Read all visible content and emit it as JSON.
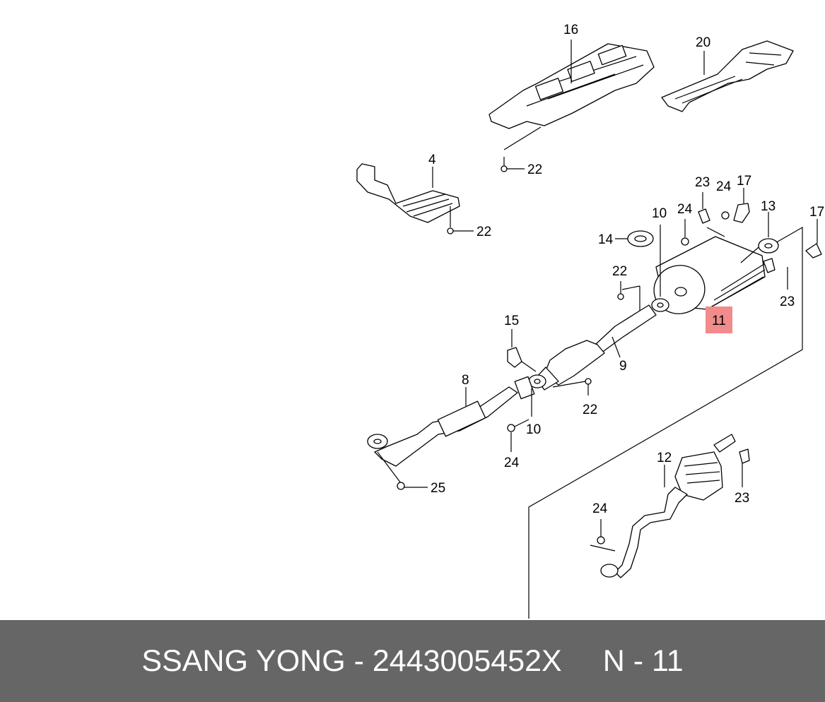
{
  "footer": {
    "brand_part": "SSANG YONG - 2443005452X",
    "ref": "N - 11"
  },
  "colors": {
    "footer_bg": "#666666",
    "highlight": "#f28b8b"
  },
  "labels": {
    "c16": "16",
    "c20": "20",
    "c4": "4",
    "c22a": "22",
    "c22b": "22",
    "c23a": "23",
    "c24a": "24",
    "c17a": "17",
    "c13": "13",
    "c17b": "17",
    "c10a": "10",
    "c24b": "24",
    "c14": "14",
    "c22c": "22",
    "c23b": "23",
    "c11": "11",
    "c15": "15",
    "c9": "9",
    "c8": "8",
    "c22d": "22",
    "c10b": "10",
    "c24c": "24",
    "c25": "25",
    "c12": "12",
    "c23c": "23",
    "c24d": "24"
  }
}
